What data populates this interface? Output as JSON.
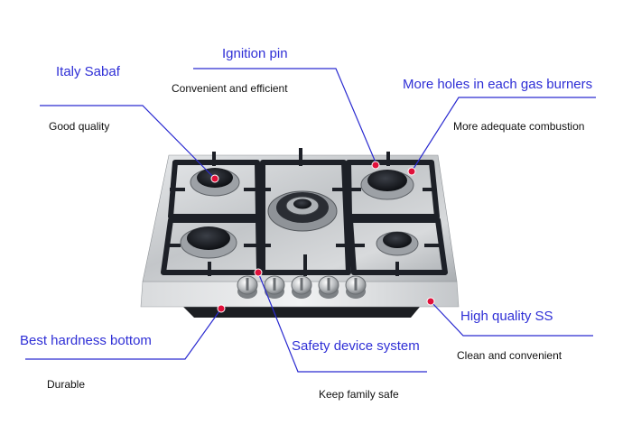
{
  "colors": {
    "title_text": "#2f2fd6",
    "desc_text": "#111111",
    "leader_line": "#2a2ad0",
    "marker_dot": "#e0103a",
    "stainless_steel": "#c9cbce",
    "grate": "#1d2027"
  },
  "callouts": {
    "italy_sabaf": {
      "title": "Italy Sabaf",
      "desc": "Good quality"
    },
    "ignition_pin": {
      "title": "Ignition pin",
      "desc": "Convenient and efficient"
    },
    "more_holes": {
      "title": "More holes in each gas burners",
      "desc": "More adequate combustion"
    },
    "high_quality_ss": {
      "title": "High quality SS",
      "desc": "Clean and convenient"
    },
    "best_hardness": {
      "title": "Best hardness bottom",
      "desc": "Durable"
    },
    "safety_device": {
      "title": "Safety device system",
      "desc": "Keep family safe"
    }
  },
  "product": {
    "burner_count": 5,
    "knob_count": 5
  }
}
